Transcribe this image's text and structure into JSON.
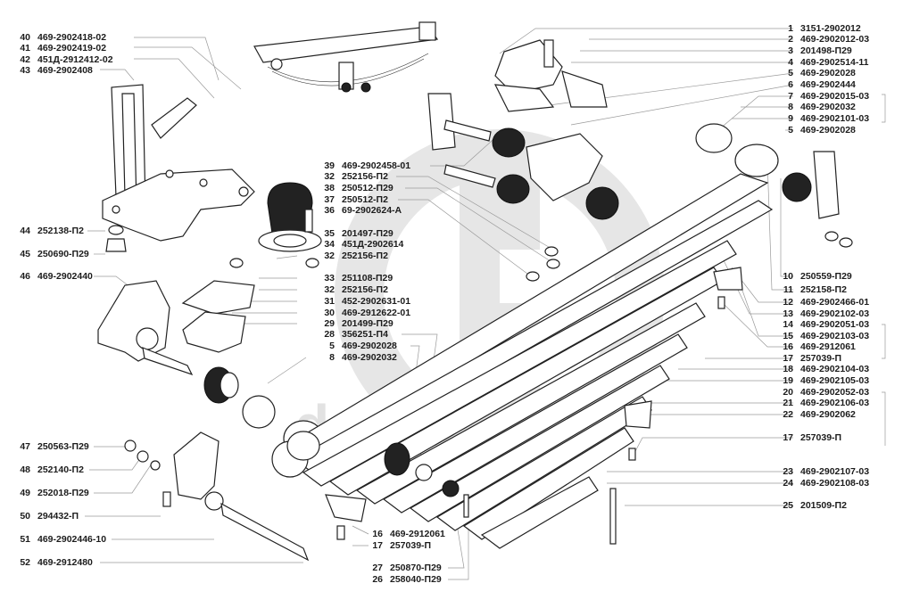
{
  "diagram": {
    "title": "Rear leaf spring suspension assembly — exploded view",
    "watermark": "data-parts",
    "colors": {
      "line": "#222222",
      "leader": "#9a9a9a",
      "watermark": "#e2e2e2",
      "background": "#ffffff"
    }
  },
  "callouts_left": [
    {
      "num": "40",
      "code": "469-2902418-02"
    },
    {
      "num": "41",
      "code": "469-2902419-02"
    },
    {
      "num": "42",
      "code": "451Д-2912412-02"
    },
    {
      "num": "43",
      "code": "469-2902408"
    },
    {
      "num": "44",
      "code": "252138-П2"
    },
    {
      "num": "45",
      "code": "250690-П29"
    },
    {
      "num": "46",
      "code": "469-2902440"
    },
    {
      "num": "47",
      "code": "250563-П29"
    },
    {
      "num": "48",
      "code": "252140-П2"
    },
    {
      "num": "49",
      "code": "252018-П29"
    },
    {
      "num": "50",
      "code": "294432-П"
    },
    {
      "num": "51",
      "code": "469-2902446-10"
    },
    {
      "num": "52",
      "code": "469-2912480"
    }
  ],
  "callouts_mid": [
    {
      "num": "39",
      "code": "469-2902458-01"
    },
    {
      "num": "32",
      "code": "252156-П2"
    },
    {
      "num": "38",
      "code": "250512-П29"
    },
    {
      "num": "37",
      "code": "250512-П2"
    },
    {
      "num": "36",
      "code": "69-2902624-А"
    },
    {
      "num": "35",
      "code": "201497-П29"
    },
    {
      "num": "34",
      "code": "451Д-2902614"
    },
    {
      "num": "32",
      "code": "252156-П2"
    },
    {
      "num": "33",
      "code": "251108-П29"
    },
    {
      "num": "32",
      "code": "252156-П2"
    },
    {
      "num": "31",
      "code": "452-2902631-01"
    },
    {
      "num": "30",
      "code": "469-2912622-01"
    },
    {
      "num": "29",
      "code": "201499-П29"
    },
    {
      "num": "28",
      "code": "356251-П4"
    },
    {
      "num": "5",
      "code": "469-2902028"
    },
    {
      "num": "8",
      "code": "469-2902032"
    }
  ],
  "callouts_bottom": [
    {
      "num": "16",
      "code": "469-2912061"
    },
    {
      "num": "17",
      "code": "257039-П"
    },
    {
      "num": "27",
      "code": "250870-П29"
    },
    {
      "num": "26",
      "code": "258040-П29"
    }
  ],
  "callouts_right": [
    {
      "num": "1",
      "code": "3151-2902012"
    },
    {
      "num": "2",
      "code": "469-2902012-03"
    },
    {
      "num": "3",
      "code": "201498-П29"
    },
    {
      "num": "4",
      "code": "469-2902514-11"
    },
    {
      "num": "5",
      "code": "469-2902028"
    },
    {
      "num": "6",
      "code": "469-2902444"
    },
    {
      "num": "7",
      "code": "469-2902015-03"
    },
    {
      "num": "8",
      "code": "469-2902032"
    },
    {
      "num": "9",
      "code": "469-2902101-03"
    },
    {
      "num": "5",
      "code": "469-2902028"
    },
    {
      "num": "10",
      "code": "250559-П29"
    },
    {
      "num": "11",
      "code": "252158-П2"
    },
    {
      "num": "12",
      "code": "469-2902466-01"
    },
    {
      "num": "13",
      "code": "469-2902102-03"
    },
    {
      "num": "14",
      "code": "469-2902051-03"
    },
    {
      "num": "15",
      "code": "469-2902103-03"
    },
    {
      "num": "16",
      "code": "469-2912061"
    },
    {
      "num": "17",
      "code": "257039-П"
    },
    {
      "num": "18",
      "code": "469-2902104-03"
    },
    {
      "num": "19",
      "code": "469-2902105-03"
    },
    {
      "num": "20",
      "code": "469-2902052-03"
    },
    {
      "num": "21",
      "code": "469-2902106-03"
    },
    {
      "num": "22",
      "code": "469-2902062"
    },
    {
      "num": "17",
      "code": "257039-П"
    },
    {
      "num": "23",
      "code": "469-2902107-03"
    },
    {
      "num": "24",
      "code": "469-2902108-03"
    },
    {
      "num": "25",
      "code": "201509-П2"
    }
  ]
}
